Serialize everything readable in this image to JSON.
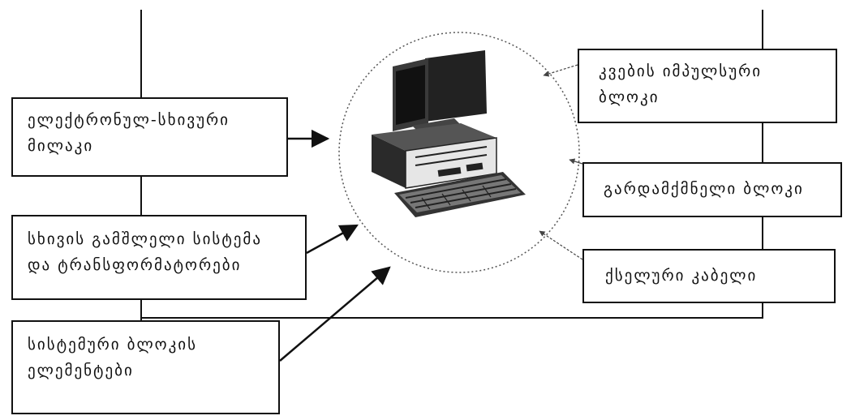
{
  "diagram": {
    "boxes": {
      "electron_tube": [
        "ელექტრონულ-სხივური",
        "მილაკი"
      ],
      "beam_deflection": [
        "სხივის გამშლელი სისტემა",
        "და ტრანსფორმატორები"
      ],
      "system_block": [
        "სისტემური ბლოკის",
        "ელემენტები"
      ],
      "power_supply": [
        "კვების იმპულსური",
        "ბლოკი"
      ],
      "converter": [
        "გარდამქმნელი ბლოკი"
      ],
      "network_cable": [
        "ქსელური კაბელი"
      ]
    },
    "center": {
      "icon": "computer-icon"
    },
    "colors": {
      "line": "#111111",
      "circle": "#555555",
      "background": "#ffffff"
    }
  }
}
